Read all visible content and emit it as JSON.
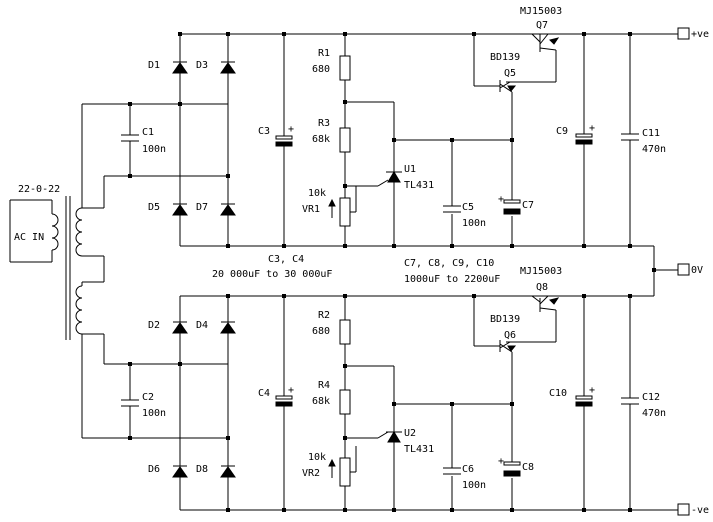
{
  "colors": {
    "ink": "#000000",
    "background": "#ffffff"
  },
  "labels": {
    "mj_top": "MJ15003",
    "q7": "Q7",
    "bd_top": "BD139",
    "q5": "Q5",
    "plus_ve": "+ve",
    "minus_ve": "-ve",
    "zero_v": "0V",
    "d1": "D1",
    "d3": "D3",
    "d5": "D5",
    "d7": "D7",
    "d2": "D2",
    "d4": "D4",
    "d6": "D6",
    "d8": "D8",
    "r1": "R1",
    "r1_val": "680",
    "r3": "R3",
    "r3_val": "68k",
    "r2": "R2",
    "r2_val": "680",
    "r4": "R4",
    "r4_val": "68k",
    "vr1_val": "10k",
    "vr1": "VR1",
    "vr2_val": "10k",
    "vr2": "VR2",
    "u1": "U1",
    "u1_part": "TL431",
    "u2": "U2",
    "u2_part": "TL431",
    "c1": "C1",
    "c1_val": "100n",
    "c2": "C2",
    "c2_val": "100n",
    "c3": "C3",
    "c4": "C4",
    "c5": "C5",
    "c5_val": "100n",
    "c6": "C6",
    "c6_val": "100n",
    "c7": "C7",
    "c8": "C8",
    "c9": "C9",
    "c10": "C10",
    "c11": "C11",
    "c11_val": "470n",
    "c12": "C12",
    "c12_val": "470n",
    "c3c4_note": "C3, C4",
    "c3c4_range": "20 000uF to 30 000uF",
    "cbig_note": "C7, C8, C9, C10",
    "cbig_range": "1000uF to 2200uF",
    "mj_bot": "MJ15003",
    "q8": "Q8",
    "bd_bot": "BD139",
    "q6": "Q6",
    "transformer_rating": "22-0-22",
    "ac_in": "AC IN"
  }
}
